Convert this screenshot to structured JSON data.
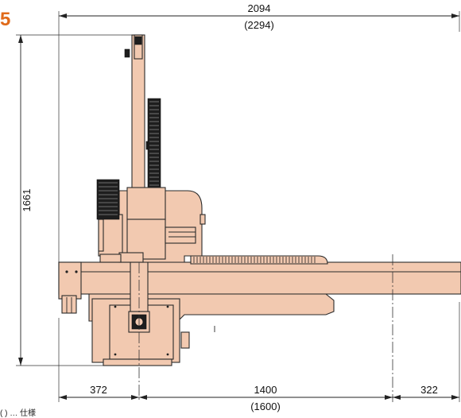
{
  "colors": {
    "machine_fill": "#f2c9b0",
    "accent_mark": "#e06a1a",
    "line": "#222222"
  },
  "corner_mark": {
    "glyph": "5"
  },
  "dimensions": {
    "overall_width": "2094",
    "overall_width_alt": "(2294)",
    "overall_height": "1661",
    "left_offset": "372",
    "travel": "1400",
    "travel_alt": "(1600)",
    "right_offset": "322"
  },
  "footnote": "( ) … 仕様"
}
